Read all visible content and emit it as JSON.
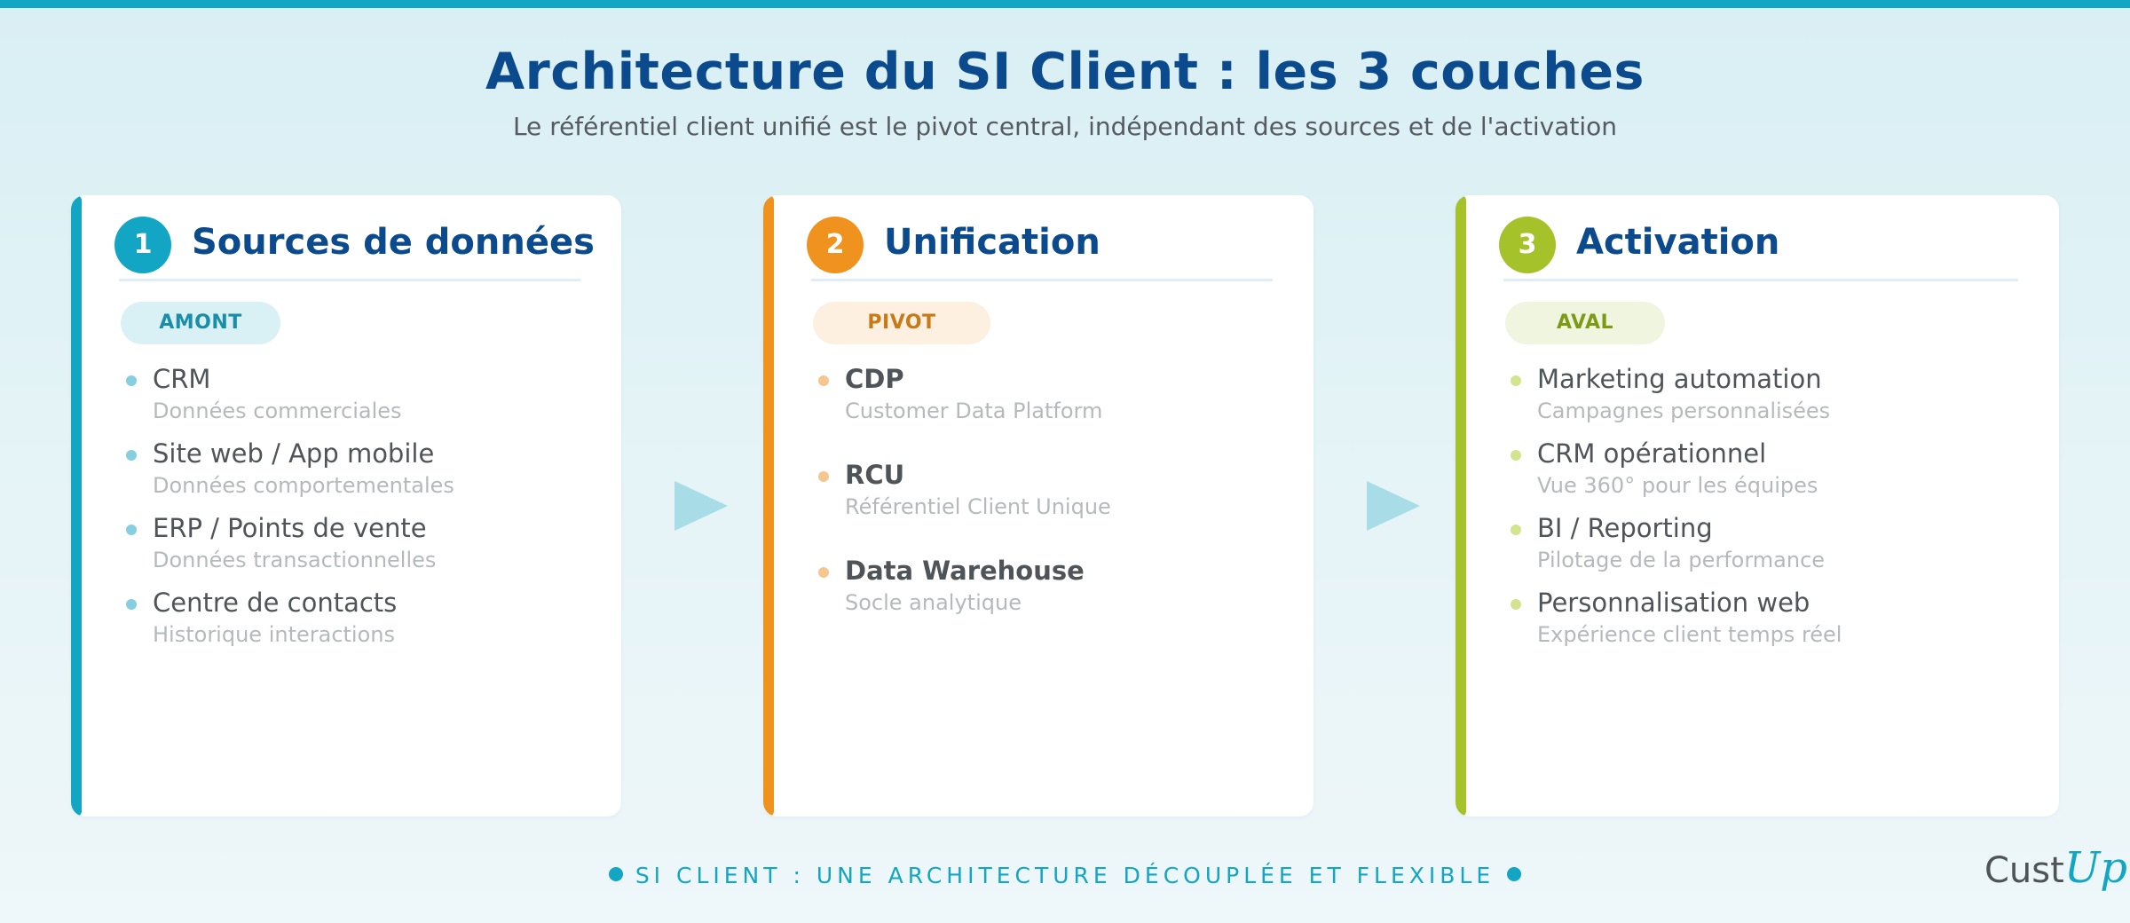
{
  "title": "Architecture du SI Client : les 3 couches",
  "subtitle": "Le référentiel client unifié est le pivot central, indépendant des sources et de l'activation",
  "columns": [
    {
      "number": "1",
      "title": "Sources de données",
      "tag": "AMONT",
      "accent": "#12a5c4",
      "items": [
        {
          "name": "CRM",
          "sub": "Données commerciales"
        },
        {
          "name": "Site web / App mobile",
          "sub": "Données comportementales"
        },
        {
          "name": "ERP / Points de vente",
          "sub": "Données transactionnelles"
        },
        {
          "name": "Centre de contacts",
          "sub": "Historique interactions"
        }
      ]
    },
    {
      "number": "2",
      "title": "Unification",
      "tag": "PIVOT",
      "accent": "#f0931e",
      "items": [
        {
          "name": "CDP",
          "sub": "Customer Data Platform"
        },
        {
          "name": "RCU",
          "sub": "Référentiel Client Unique"
        },
        {
          "name": "Data Warehouse",
          "sub": "Socle analytique"
        }
      ]
    },
    {
      "number": "3",
      "title": "Activation",
      "tag": "AVAL",
      "accent": "#a5c22a",
      "items": [
        {
          "name": "Marketing automation",
          "sub": "Campagnes personnalisées"
        },
        {
          "name": "CRM opérationnel",
          "sub": "Vue 360° pour les équipes"
        },
        {
          "name": "BI / Reporting",
          "sub": "Pilotage de la performance"
        },
        {
          "name": "Personnalisation web",
          "sub": "Expérience client temps réel"
        }
      ]
    }
  ],
  "footer": "SI CLIENT : UNE ARCHITECTURE DÉCOUPLÉE ET FLEXIBLE",
  "logo": {
    "part1": "Cust",
    "part2": "Up"
  }
}
